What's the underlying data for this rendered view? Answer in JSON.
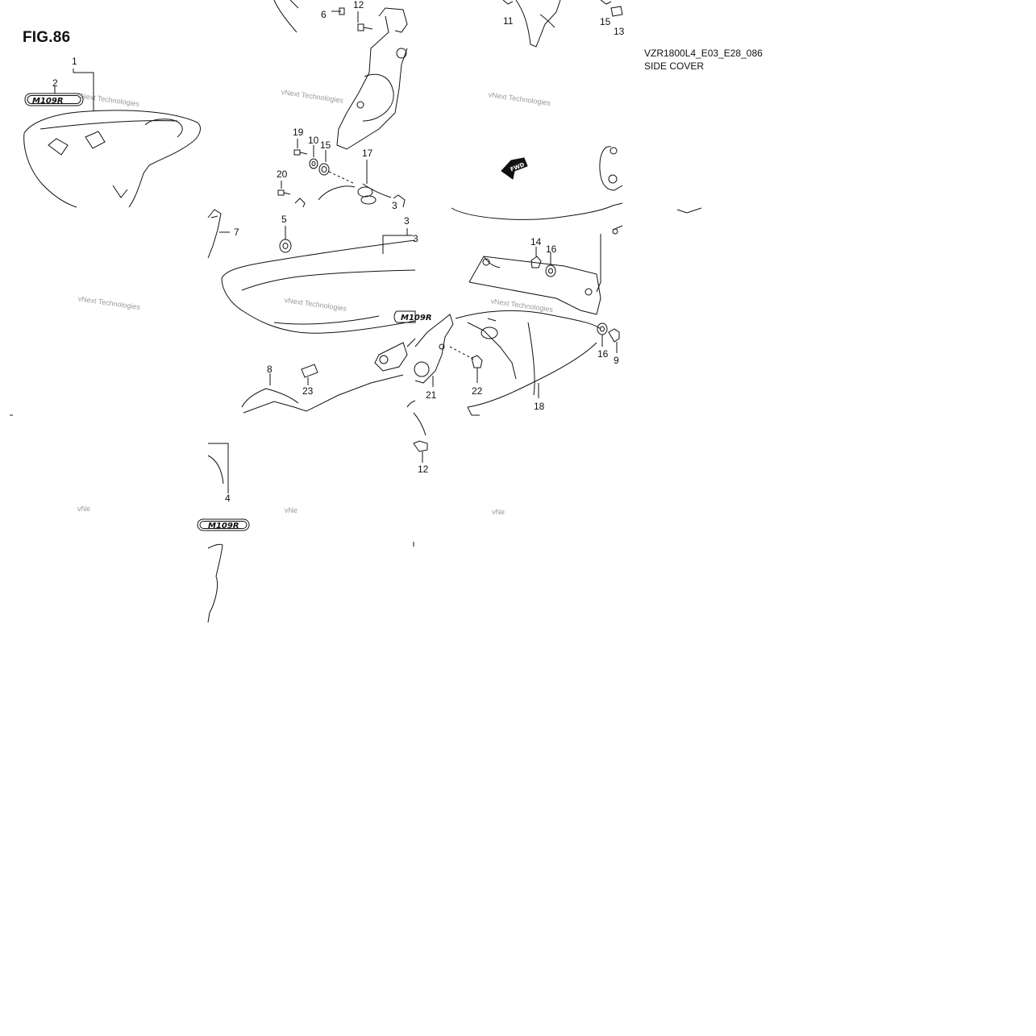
{
  "figure": {
    "title": "FIG.86",
    "code": "VZR1800L4_E03_E28_086",
    "subtitle": "SIDE COVER"
  },
  "emblem_text": "M109R",
  "fwd_arrow_text": "FWD",
  "watermark": {
    "line1": "vNext Technologies",
    "line2": "vNext Technologies",
    "truncated": "vNe"
  },
  "callouts": {
    "c1": "1",
    "c2": "2",
    "c3": "3",
    "c3b": "3",
    "c4": "4",
    "c5": "5",
    "c6": "6",
    "c7": "7",
    "c8": "8",
    "c9": "9",
    "c10": "10",
    "c11": "11",
    "c12a": "12",
    "c12b": "12",
    "c13": "13",
    "c14": "14",
    "c15a": "15",
    "c15b": "15",
    "c16a": "16",
    "c16b": "16",
    "c17": "17",
    "c18": "18",
    "c19": "19",
    "c20": "20",
    "c21": "21",
    "c22": "22",
    "c23": "23"
  },
  "colors": {
    "line": "#111111",
    "watermark": "#9a9a9a",
    "background": "#ffffff"
  }
}
